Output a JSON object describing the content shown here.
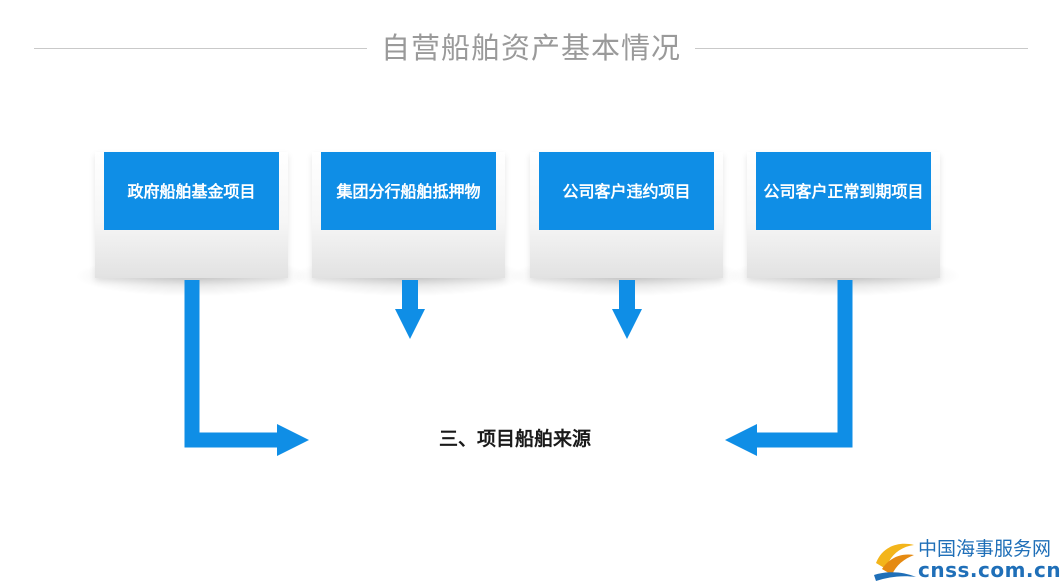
{
  "title": "自营船舶资产基本情况",
  "cards": [
    {
      "label": "政府船舶基金项目"
    },
    {
      "label": "集团分行船舶抵押物"
    },
    {
      "label": "公司客户违约项目"
    },
    {
      "label": "公司客户正常到期项目"
    }
  ],
  "result_label": "三、项目船舶来源",
  "watermark": {
    "cn": "中国海事服务网",
    "en": "cnss.com.cn"
  },
  "colors": {
    "box": "#0f8ee6",
    "arrow": "#0f8ee6",
    "title": "#9a9a9a",
    "watermark": "#1f6fb8"
  }
}
